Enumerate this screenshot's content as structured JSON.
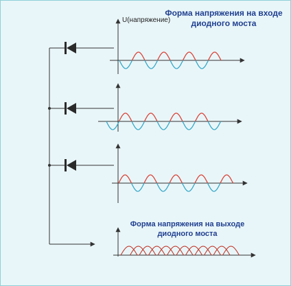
{
  "y_axis_label": "U(напряжение)",
  "title_input": "Форма  напряжения на входе диодного моста",
  "title_output": "Форма  напряжения на выходе диодного моста",
  "colors": {
    "frame_border": "#8fd0d8",
    "background": "#e9f6f9",
    "wire": "#333333",
    "diode": "#2a2a2a",
    "positive_half_wave": "#d9453a",
    "negative_half_wave": "#35a8c8",
    "output_wave": "#c0392b",
    "title_text": "#1f3f8f"
  },
  "diagram": {
    "diodes": 3,
    "input_waves": [
      {
        "label": "",
        "periods": 3.5
      },
      {
        "label": "",
        "periods": 3.5
      },
      {
        "label": "",
        "periods": 3.5
      }
    ],
    "output_wave": {
      "description_visible": false,
      "overlapping_half_waves": 12
    }
  }
}
